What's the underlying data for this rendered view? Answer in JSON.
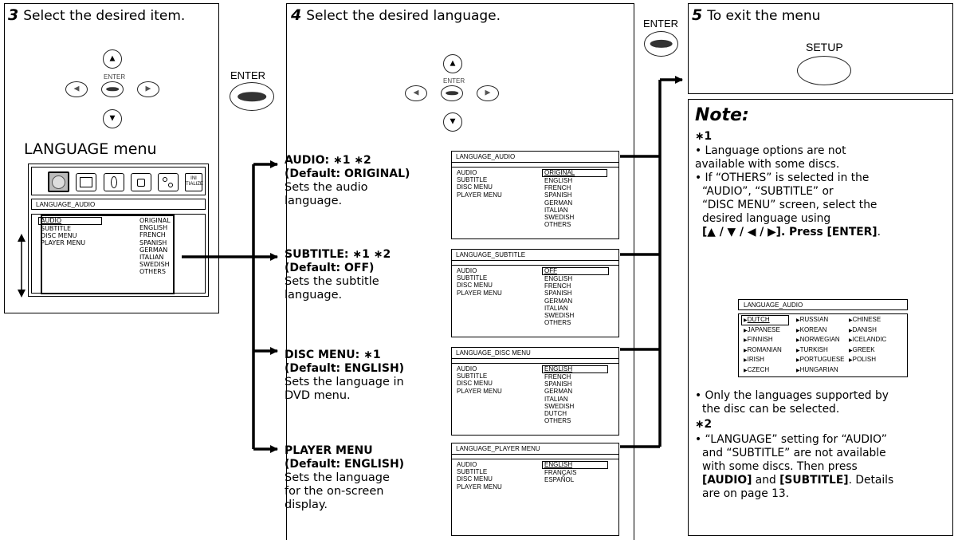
{
  "step3": {
    "number": "3",
    "title": "Select the desired item.",
    "enter_small": "ENTER",
    "menu_caption": "LANGUAGE menu",
    "screen_title": "LANGUAGE_AUDIO",
    "items": [
      "AUDIO",
      "SUBTITLE",
      "DISC MENU",
      "PLAYER MENU"
    ],
    "values": [
      "ORIGINAL",
      "ENGLISH",
      "FRENCH",
      "SPANISH",
      "GERMAN",
      "ITALIAN",
      "SWEDISH",
      "OTHERS"
    ]
  },
  "enter_button_label": "ENTER",
  "step4": {
    "number": "4",
    "title": "Select the desired language.",
    "enter_small": "ENTER",
    "options": [
      {
        "heading": "AUDIO: ∗1 ∗2",
        "default": "(Default: ORIGINAL)",
        "desc": [
          "Sets the audio",
          "language."
        ],
        "screen_title": "LANGUAGE_AUDIO",
        "items": [
          "AUDIO",
          "SUBTITLE",
          "DISC MENU",
          "PLAYER MENU"
        ],
        "values": [
          "ORIGINAL",
          "ENGLISH",
          "FRENCH",
          "SPANISH",
          "GERMAN",
          "ITALIAN",
          "SWEDISH",
          "OTHERS"
        ]
      },
      {
        "heading": "SUBTITLE: ∗1 ∗2",
        "default": "(Default: OFF)",
        "desc": [
          "Sets the subtitle",
          "language."
        ],
        "screen_title": "LANGUAGE_SUBTITLE",
        "items": [
          "AUDIO",
          "SUBTITLE",
          "DISC MENU",
          "PLAYER MENU"
        ],
        "values": [
          "OFF",
          "ENGLISH",
          "FRENCH",
          "SPANISH",
          "GERMAN",
          "ITALIAN",
          "SWEDISH",
          "OTHERS"
        ]
      },
      {
        "heading": "DISC MENU: ∗1",
        "default": "(Default: ENGLISH)",
        "desc": [
          "Sets the language in",
          "DVD menu."
        ],
        "screen_title": "LANGUAGE_DISC MENU",
        "items": [
          "AUDIO",
          "SUBTITLE",
          "DISC MENU",
          "PLAYER MENU"
        ],
        "values": [
          "ENGLISH",
          "FRENCH",
          "SPANISH",
          "GERMAN",
          "ITALIAN",
          "SWEDISH",
          "DUTCH",
          "OTHERS"
        ]
      },
      {
        "heading": "PLAYER MENU",
        "default": "(Default: ENGLISH)",
        "desc": [
          "Sets the language",
          "for the on-screen",
          "display."
        ],
        "screen_title": "LANGUAGE_PLAYER MENU",
        "items": [
          "AUDIO",
          "SUBTITLE",
          "DISC MENU",
          "PLAYER MENU"
        ],
        "values": [
          "ENGLISH",
          "FRANÇAIS",
          "ESPAÑOL"
        ]
      }
    ]
  },
  "step5": {
    "number": "5",
    "title": "To exit the menu",
    "button_label": "SETUP"
  },
  "note": {
    "title": "Note:",
    "ref1": "∗1",
    "bullet1": "• Language options are not available with some discs.",
    "bullet2_a": "• If “OTHERS” is selected in the",
    "bullet2_b": "“AUDIO”, “SUBTITLE” or",
    "bullet2_c": "“DISC MENU” screen, select the",
    "bullet2_d": "desired language using",
    "bullet2_keys": "[▲ / ▼ / ◀ / ▶]",
    "bullet2_press": ". Press ",
    "bullet2_enter": "[ENTER]",
    "bullet2_end": ".",
    "lang_screen_title": "LANGUAGE_AUDIO",
    "languages": [
      [
        "DUTCH",
        "RUSSIAN",
        "CHINESE"
      ],
      [
        "JAPANESE",
        "KOREAN",
        "DANISH"
      ],
      [
        "FINNISH",
        "NORWEGIAN",
        "ICELANDIC"
      ],
      [
        "ROMANIAN",
        "TURKISH",
        "GREEK"
      ],
      [
        "IRISH",
        "PORTUGUESE",
        "POLISH"
      ],
      [
        "CZECH",
        "HUNGARIAN",
        ""
      ]
    ],
    "bullet3_a": "• Only the languages supported by",
    "bullet3_b": "the disc can be selected.",
    "ref2": "∗2",
    "bullet4_a": "• “LANGUAGE” setting for “AUDIO”",
    "bullet4_b": "and “SUBTITLE” are not available",
    "bullet4_c": "with some discs. Then press",
    "bullet4_audio": "[AUDIO]",
    "bullet4_and": " and ",
    "bullet4_subtitle": "[SUBTITLE]",
    "bullet4_details": ". Details",
    "bullet4_e": "are on page 13."
  }
}
